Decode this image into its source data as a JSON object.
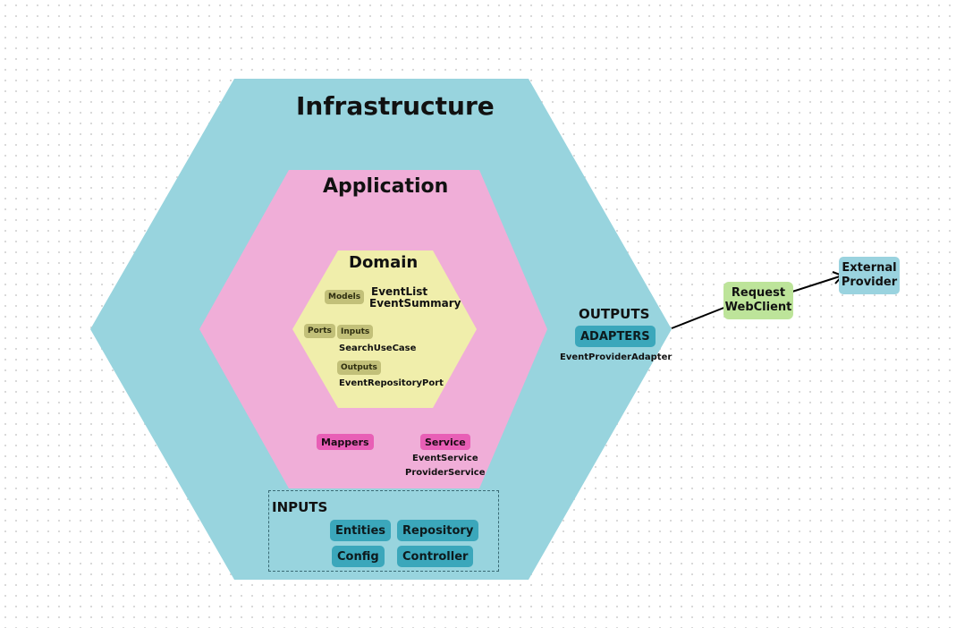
{
  "infrastructure": {
    "title": "Infrastructure"
  },
  "application": {
    "title": "Application",
    "mappers_label": "Mappers",
    "service_label": "Service",
    "service_items": [
      "EventService",
      "ProviderService"
    ]
  },
  "domain": {
    "title": "Domain",
    "models_label": "Models",
    "models_items": [
      "EventList",
      "EventSummary"
    ],
    "ports_label": "Ports",
    "inputs_label": "Inputs",
    "inputs_item": "SearchUseCase",
    "outputs_label": "Outputs",
    "outputs_item": "EventRepositoryPort"
  },
  "outputs": {
    "title": "OUTPUTS",
    "adapters_label": "ADAPTERS",
    "adapter_item": "EventProviderAdapter"
  },
  "inputs": {
    "title": "INPUTS",
    "items": [
      "Entities",
      "Repository",
      "Config",
      "Controller"
    ]
  },
  "request": {
    "lines": [
      "Request",
      "WebClient"
    ]
  },
  "external": {
    "lines": [
      "External",
      "Provider"
    ]
  },
  "colors": {
    "infrastructure": "#98d4de",
    "application": "#f0aed8",
    "domain": "#f0eeab",
    "olive_tag": "#c2c079",
    "pink_tag": "#e85fb6",
    "teal_tag": "#3ba7bb",
    "green_box": "#bde49a",
    "external_box": "#9ad3df"
  }
}
